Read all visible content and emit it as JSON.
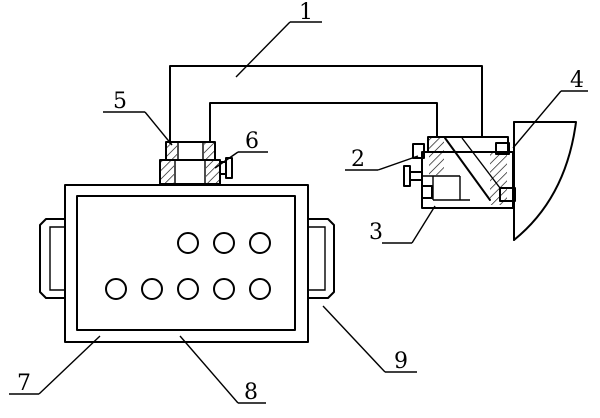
{
  "labels": {
    "n1": "1",
    "n2": "2",
    "n3": "3",
    "n4": "4",
    "n5": "5",
    "n6": "6",
    "n7": "7",
    "n8": "8",
    "n9": "9"
  }
}
